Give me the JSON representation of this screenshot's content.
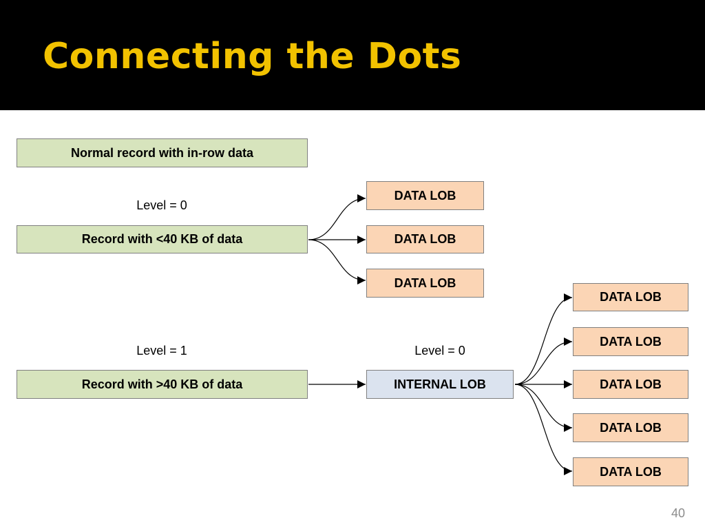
{
  "slide": {
    "title": "Connecting the Dots",
    "page_number": "40"
  },
  "diagram": {
    "records": {
      "normal": "Normal record with in-row data",
      "small": "Record with <40 KB of data",
      "large": "Record with >40 KB of data"
    },
    "levels": {
      "small_record": "Level = 0",
      "large_record": "Level = 1",
      "internal_lob": "Level = 0"
    },
    "internal_lob": "INTERNAL LOB",
    "data_lob_label": "DATA LOB",
    "small_record_lobs": [
      "DATA LOB",
      "DATA LOB",
      "DATA LOB"
    ],
    "internal_lob_children": [
      "DATA LOB",
      "DATA LOB",
      "DATA LOB",
      "DATA LOB",
      "DATA LOB"
    ],
    "edges": [
      {
        "from": "Record with <40 KB of data",
        "to": "DATA LOB",
        "index": 0
      },
      {
        "from": "Record with <40 KB of data",
        "to": "DATA LOB",
        "index": 1
      },
      {
        "from": "Record with <40 KB of data",
        "to": "DATA LOB",
        "index": 2
      },
      {
        "from": "Record with >40 KB of data",
        "to": "INTERNAL LOB"
      },
      {
        "from": "INTERNAL LOB",
        "to": "DATA LOB",
        "index": 0
      },
      {
        "from": "INTERNAL LOB",
        "to": "DATA LOB",
        "index": 1
      },
      {
        "from": "INTERNAL LOB",
        "to": "DATA LOB",
        "index": 2
      },
      {
        "from": "INTERNAL LOB",
        "to": "DATA LOB",
        "index": 3
      },
      {
        "from": "INTERNAL LOB",
        "to": "DATA LOB",
        "index": 4
      }
    ]
  }
}
